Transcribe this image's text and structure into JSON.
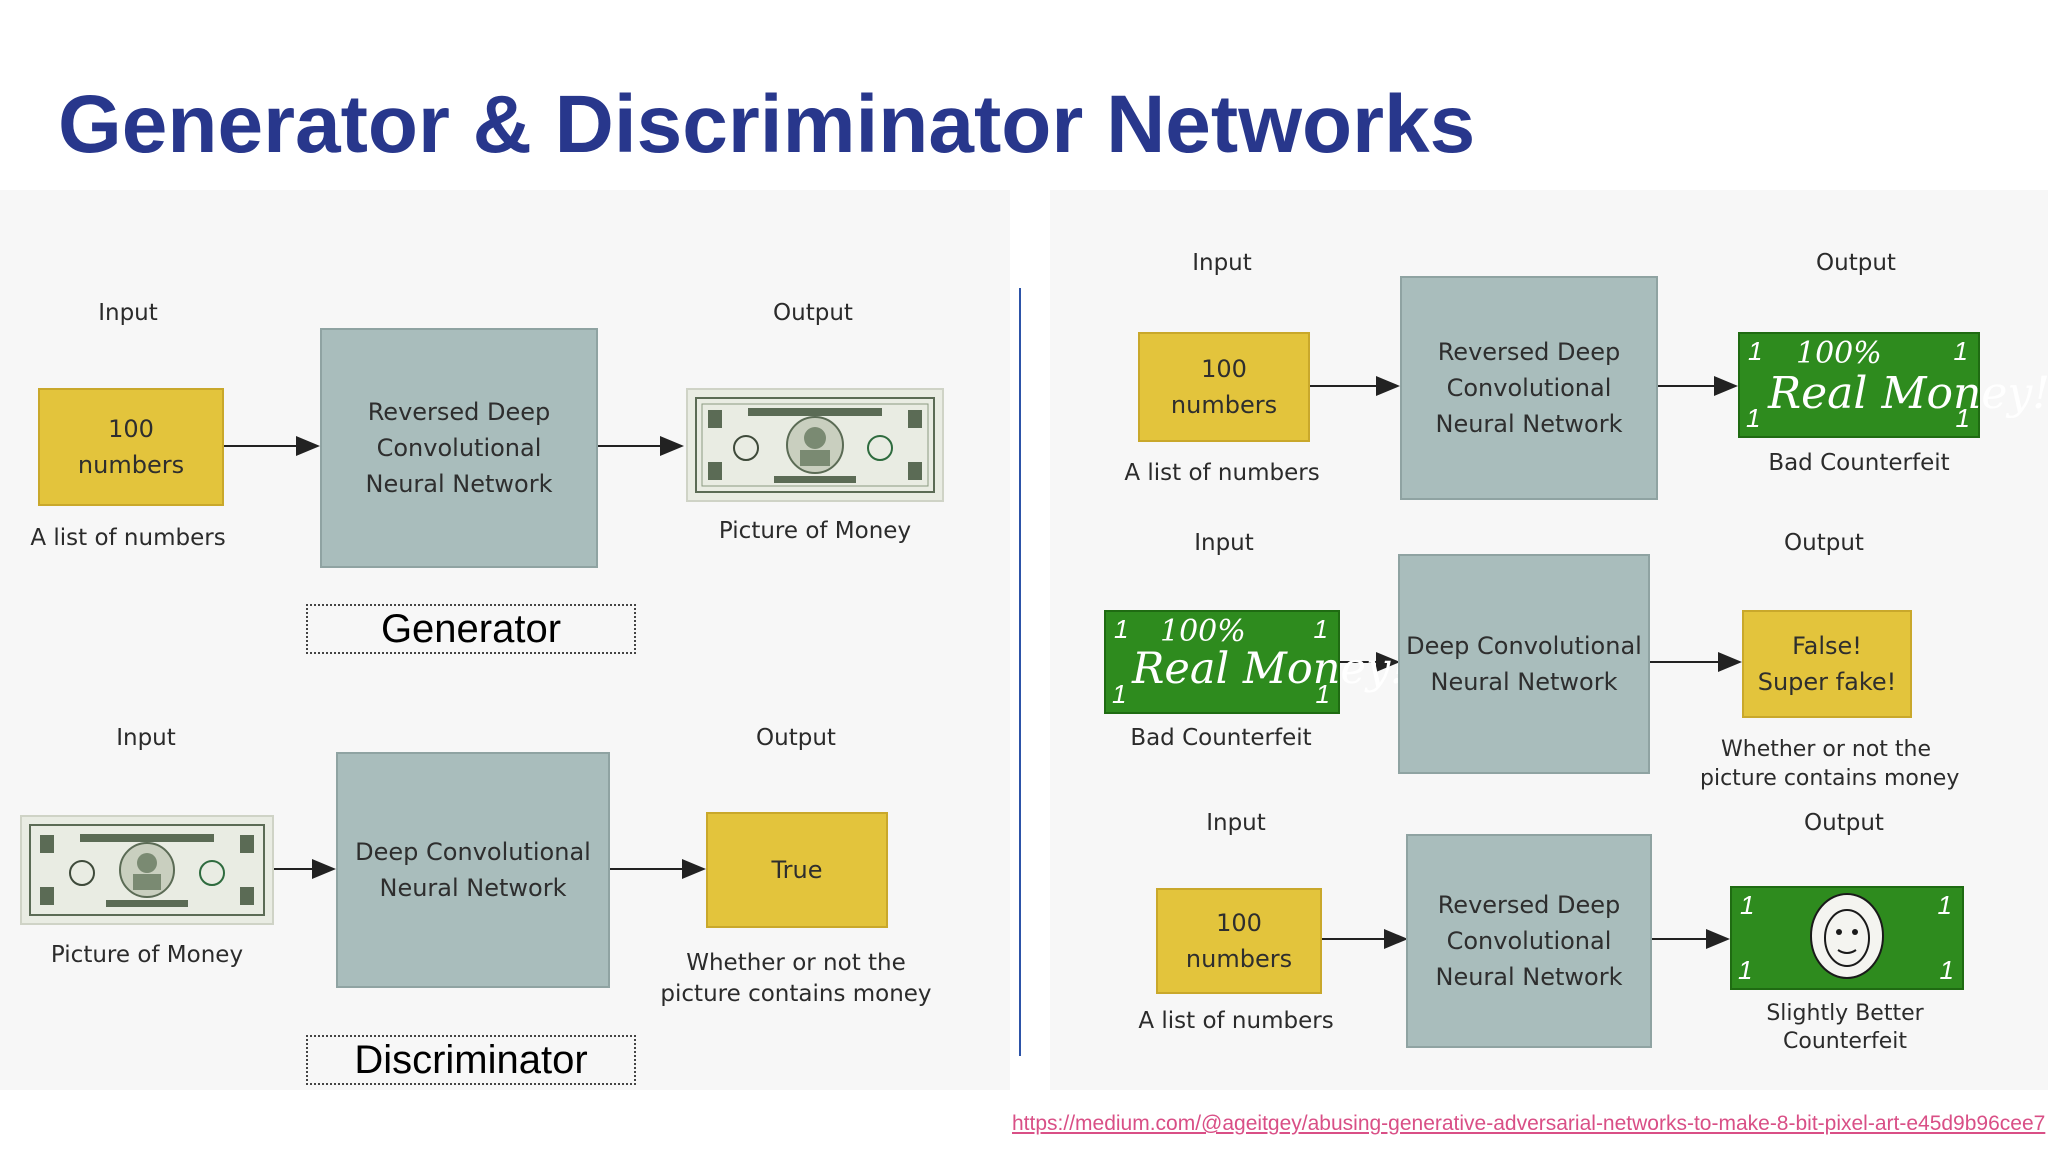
{
  "title": "Generator & Discriminator Networks",
  "generator": {
    "input_heading": "Input",
    "output_heading": "Output",
    "input_box": [
      "100",
      "numbers"
    ],
    "input_caption": "A list of numbers",
    "network": [
      "Reversed Deep",
      "Convolutional",
      "Neural Network"
    ],
    "output_caption": "Picture of Money",
    "tag": "Generator"
  },
  "discriminator": {
    "input_heading": "Input",
    "output_heading": "Output",
    "input_caption": "Picture of Money",
    "network": [
      "Deep Convolutional",
      "Neural Network"
    ],
    "output_box": "True",
    "output_caption": [
      "Whether or not the",
      "picture contains money"
    ],
    "tag": "Discriminator"
  },
  "right": {
    "row1": {
      "input_heading": "Input",
      "output_heading": "Output",
      "input_box": [
        "100",
        "numbers"
      ],
      "input_caption": "A list of numbers",
      "network": [
        "Reversed Deep",
        "Convolutional",
        "Neural Network"
      ],
      "output_caption": "Bad Counterfeit",
      "bill": {
        "top": "100%",
        "main": "Real Money!",
        "corner": "1"
      }
    },
    "row2": {
      "input_heading": "Input",
      "output_heading": "Output",
      "input_caption": "Bad Counterfeit",
      "bill": {
        "top": "100%",
        "main": "Real Money!",
        "corner": "1"
      },
      "network": [
        "Deep Convolutional",
        "Neural Network"
      ],
      "output_box": [
        "False!",
        "Super fake!"
      ],
      "output_caption": [
        "Whether or not the",
        "picture contains money"
      ]
    },
    "row3": {
      "input_heading": "Input",
      "output_heading": "Output",
      "input_box": [
        "100",
        "numbers"
      ],
      "input_caption": "A list of numbers",
      "network": [
        "Reversed Deep",
        "Convolutional",
        "Neural Network"
      ],
      "output_caption": [
        "Slightly Better",
        "Counterfeit"
      ],
      "bill": {
        "corner": "1"
      }
    }
  },
  "link": "https://medium.com/@ageitgey/abusing-generative-adversarial-networks-to-make-8-bit-pixel-art-e45d9b96cee7"
}
